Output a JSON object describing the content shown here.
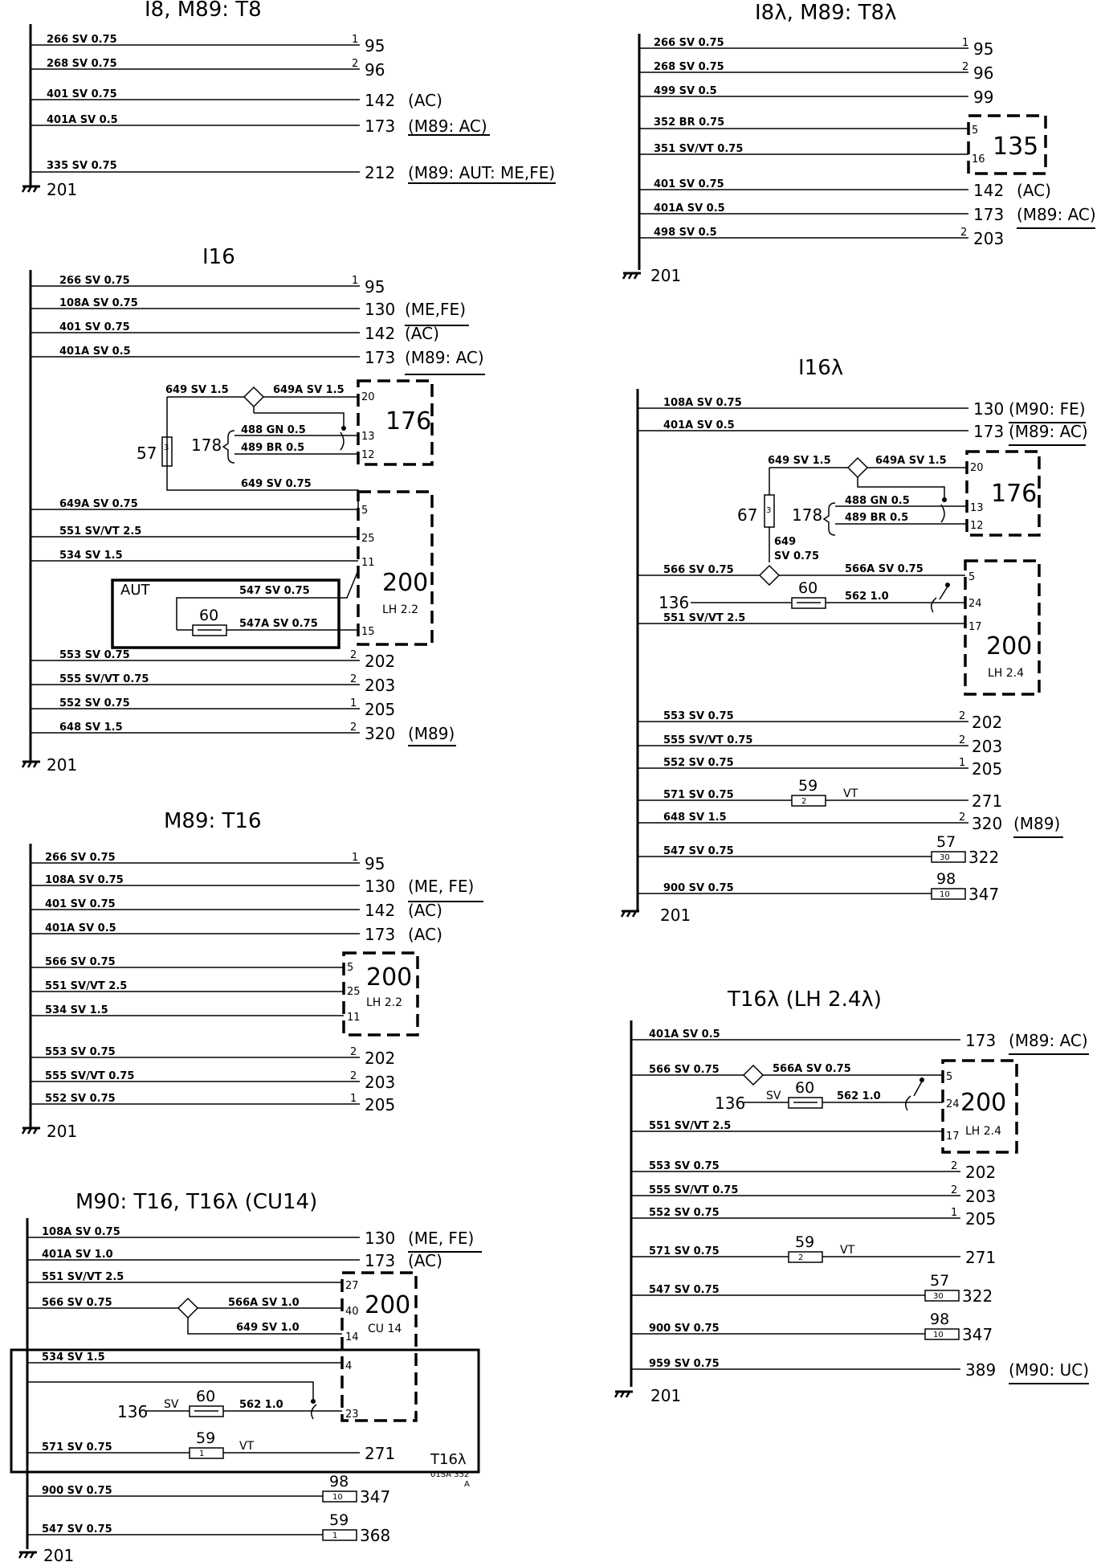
{
  "sections": [
    {
      "title": "I8, M89: T8",
      "wires": [
        {
          "label": "266 SV 0.75",
          "pin": "1",
          "terminal": "95",
          "note": ""
        },
        {
          "label": "268 SV 0.75",
          "pin": "2",
          "terminal": "96",
          "note": ""
        },
        {
          "label": "401 SV 0.75",
          "pin": "",
          "terminal": "142",
          "note": "(AC)"
        },
        {
          "label": "401A SV 0.5",
          "pin": "",
          "terminal": "173",
          "note": "(M89: AC)"
        },
        {
          "label": "335 SV 0.75",
          "pin": "",
          "terminal": "212",
          "note": "(M89: AUT: ME,FE)"
        }
      ],
      "ground": "201"
    },
    {
      "title": "I16",
      "wires": [
        {
          "label": "266 SV 0.75",
          "pin": "1",
          "terminal": "95",
          "note": ""
        },
        {
          "label": "108A SV 0.75",
          "pin": "",
          "terminal": "130",
          "note": "(ME,FE)"
        },
        {
          "label": "401 SV 0.75",
          "pin": "",
          "terminal": "142",
          "note": "(AC)"
        },
        {
          "label": "401A SV 0.5",
          "pin": "",
          "terminal": "173",
          "note": "(M89: AC)"
        },
        {
          "label": "553 SV 0.75",
          "pin": "2",
          "terminal": "202",
          "note": ""
        },
        {
          "label": "555 SV/VT 0.75",
          "pin": "2",
          "terminal": "203",
          "note": ""
        },
        {
          "label": "552 SV 0.75",
          "pin": "1",
          "terminal": "205",
          "note": ""
        },
        {
          "label": "648 SV 1.5",
          "pin": "2",
          "terminal": "320",
          "note": "(M89)"
        }
      ],
      "internal": {
        "w649": "649 SV 1.5",
        "w649a": "649A SV 1.5",
        "w488": "488 GN 0.5",
        "w489": "489 BR 0.5",
        "w649b": "649 SV 0.75",
        "w649a2": "649A SV 0.75",
        "w551": "551 SV/VT 2.5",
        "w534": "534 SV 1.5",
        "w547": "547 SV 0.75",
        "w547a": "547A SV 0.75",
        "aut": "AUT",
        "fuse60": "60",
        "conn57": "57",
        "conn57pins": "3",
        "conn178": "178",
        "c176": "176",
        "c176pins": [
          "20",
          "13",
          "12"
        ],
        "c200": "200",
        "c200sub": "LH 2.2",
        "c200pins": [
          "5",
          "25",
          "11",
          "15"
        ]
      },
      "ground": "201"
    },
    {
      "title": "M89: T16",
      "wires": [
        {
          "label": "266 SV 0.75",
          "pin": "1",
          "terminal": "95",
          "note": ""
        },
        {
          "label": "108A SV 0.75",
          "pin": "",
          "terminal": "130",
          "note": "(ME, FE)"
        },
        {
          "label": "401 SV 0.75",
          "pin": "",
          "terminal": "142",
          "note": "(AC)"
        },
        {
          "label": "401A SV 0.5",
          "pin": "",
          "terminal": "173",
          "note": "(AC)"
        },
        {
          "label": "566 SV 0.75",
          "pin": "",
          "terminal": "",
          "note": ""
        },
        {
          "label": "551 SV/VT 2.5",
          "pin": "",
          "terminal": "",
          "note": ""
        },
        {
          "label": "534 SV 1.5",
          "pin": "",
          "terminal": "",
          "note": ""
        },
        {
          "label": "553 SV 0.75",
          "pin": "2",
          "terminal": "202",
          "note": ""
        },
        {
          "label": "555 SV/VT 0.75",
          "pin": "2",
          "terminal": "203",
          "note": ""
        },
        {
          "label": "552 SV 0.75",
          "pin": "1",
          "terminal": "205",
          "note": ""
        }
      ],
      "internal": {
        "c200": "200",
        "c200sub": "LH 2.2",
        "c200pins": [
          "5",
          "25",
          "11"
        ]
      },
      "ground": "201"
    },
    {
      "title": "M90: T16, T16λ (CU14)",
      "wires": [
        {
          "label": "108A SV 0.75",
          "pin": "",
          "terminal": "130",
          "note": "(ME, FE)"
        },
        {
          "label": "401A SV 1.0",
          "pin": "",
          "terminal": "173",
          "note": "(AC)"
        },
        {
          "label": "551 SV/VT 2.5",
          "pin": "",
          "terminal": "",
          "note": ""
        },
        {
          "label": "566 SV 0.75",
          "pin": "",
          "terminal": "",
          "note": ""
        },
        {
          "label": "534 SV 1.5",
          "pin": "",
          "terminal": "",
          "note": ""
        },
        {
          "label": "571 SV 0.75",
          "pin": "",
          "terminal": "271",
          "note": ""
        },
        {
          "label": "900 SV 0.75",
          "pin": "",
          "terminal": "347",
          "note": ""
        },
        {
          "label": "547 SV 0.75",
          "pin": "",
          "terminal": "368",
          "note": ""
        }
      ],
      "internal": {
        "w566a": "566A SV 1.0",
        "w649": "649 SV 1.0",
        "w562": "562 1.0",
        "sv": "SV",
        "vt": "VT",
        "f60": "60",
        "c136": "136",
        "f59": "59",
        "f59pins": "1",
        "f98": "98",
        "f98pins": "10",
        "f59b": "59",
        "f59bpins": "1",
        "c200": "200",
        "c200sub": "CU 14",
        "c200pins": [
          "27",
          "40",
          "14",
          "4",
          "23"
        ],
        "boxlabel": "T16λ",
        "code": "01SA 352",
        "codesub": "A"
      },
      "ground": "201"
    },
    {
      "title": "I8λ, M89: T8λ",
      "wires": [
        {
          "label": "266 SV 0.75",
          "pin": "1",
          "terminal": "95",
          "note": ""
        },
        {
          "label": "268 SV 0.75",
          "pin": "2",
          "terminal": "96",
          "note": ""
        },
        {
          "label": "499 SV 0.5",
          "pin": "",
          "terminal": "99",
          "note": ""
        },
        {
          "label": "352 BR 0.75",
          "pin": "",
          "terminal": "",
          "note": ""
        },
        {
          "label": "351 SV/VT 0.75",
          "pin": "",
          "terminal": "",
          "note": ""
        },
        {
          "label": "401 SV 0.75",
          "pin": "",
          "terminal": "142",
          "note": "(AC)"
        },
        {
          "label": "401A SV 0.5",
          "pin": "",
          "terminal": "173",
          "note": "(M89: AC)"
        },
        {
          "label": "498 SV 0.5",
          "pin": "2",
          "terminal": "203",
          "note": ""
        }
      ],
      "internal": {
        "c135": "135",
        "c135pins": [
          "5",
          "16"
        ]
      },
      "ground": "201"
    },
    {
      "title": "I16λ",
      "wires": [
        {
          "label": "108A SV 0.75",
          "pin": "",
          "terminal": "130",
          "note": "(M90: FE)"
        },
        {
          "label": "401A SV 0.5",
          "pin": "",
          "terminal": "173",
          "note": "(M89: AC)"
        },
        {
          "label": "566 SV 0.75",
          "pin": "",
          "terminal": "",
          "note": ""
        },
        {
          "label": "551 SV/VT 2.5",
          "pin": "",
          "terminal": "",
          "note": ""
        },
        {
          "label": "553 SV 0.75",
          "pin": "2",
          "terminal": "202",
          "note": ""
        },
        {
          "label": "555 SV/VT 0.75",
          "pin": "2",
          "terminal": "203",
          "note": ""
        },
        {
          "label": "552 SV 0.75",
          "pin": "1",
          "terminal": "205",
          "note": ""
        },
        {
          "label": "571 SV 0.75",
          "pin": "",
          "terminal": "271",
          "note": ""
        },
        {
          "label": "648 SV 1.5",
          "pin": "2",
          "terminal": "320",
          "note": "(M89)"
        },
        {
          "label": "547 SV 0.75",
          "pin": "",
          "terminal": "322",
          "note": ""
        },
        {
          "label": "900 SV 0.75",
          "pin": "",
          "terminal": "347",
          "note": ""
        }
      ],
      "internal": {
        "w649": "649 SV 1.5",
        "w649a": "649A SV 1.5",
        "w488": "488 GN 0.5",
        "w489": "489 BR 0.5",
        "w649b": "649",
        "w649bb": "SV 0.75",
        "w566a": "566A SV 0.75",
        "w562": "562 1.0",
        "conn67": "67",
        "conn67pins": "3",
        "conn178": "178",
        "c176": "176",
        "c176pins": [
          "20",
          "13",
          "12"
        ],
        "c136": "136",
        "f60": "60",
        "c200": "200",
        "c200sub": "LH 2.4",
        "c200pins": [
          "5",
          "24",
          "17"
        ],
        "f59": "59",
        "f59pins": "2",
        "vt": "VT",
        "f57": "57",
        "f57pins": "30",
        "f98": "98",
        "f98pins": "10"
      },
      "ground": "201"
    },
    {
      "title": "T16λ (LH 2.4λ)",
      "wires": [
        {
          "label": "401A SV 0.5",
          "pin": "",
          "terminal": "173",
          "note": "(M89: AC)"
        },
        {
          "label": "566 SV 0.75",
          "pin": "",
          "terminal": "",
          "note": ""
        },
        {
          "label": "551 SV/VT 2.5",
          "pin": "",
          "terminal": "",
          "note": ""
        },
        {
          "label": "553 SV 0.75",
          "pin": "2",
          "terminal": "202",
          "note": ""
        },
        {
          "label": "555 SV/VT 0.75",
          "pin": "2",
          "terminal": "203",
          "note": ""
        },
        {
          "label": "552 SV 0.75",
          "pin": "1",
          "terminal": "205",
          "note": ""
        },
        {
          "label": "571 SV 0.75",
          "pin": "",
          "terminal": "271",
          "note": ""
        },
        {
          "label": "547 SV 0.75",
          "pin": "",
          "terminal": "322",
          "note": ""
        },
        {
          "label": "900 SV 0.75",
          "pin": "",
          "terminal": "347",
          "note": ""
        },
        {
          "label": "959 SV 0.75",
          "pin": "",
          "terminal": "389",
          "note": "(M90: UC)"
        }
      ],
      "internal": {
        "w566a": "566A SV 0.75",
        "w562": "562 1.0",
        "sv": "SV",
        "c136": "136",
        "f60": "60",
        "c200": "200",
        "c200sub": "LH 2.4",
        "c200pins": [
          "5",
          "24",
          "17"
        ],
        "f59": "59",
        "f59pins": "2",
        "vt": "VT",
        "f57": "57",
        "f57pins": "30",
        "f98": "98",
        "f98pins": "10"
      },
      "ground": "201"
    }
  ]
}
